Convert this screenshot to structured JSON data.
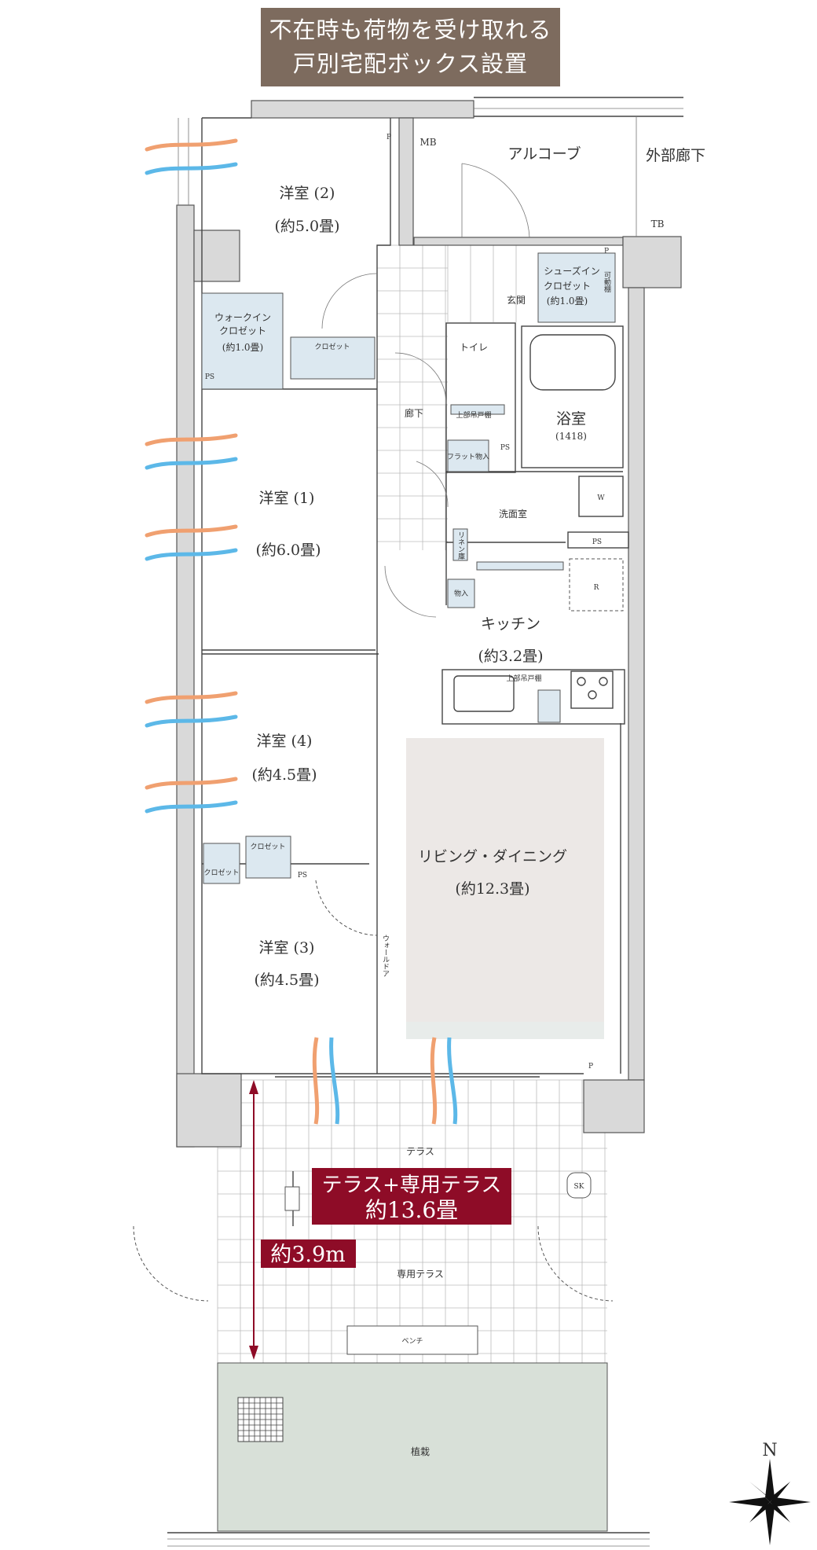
{
  "banner": {
    "line1": "不在時も荷物を受け取れる",
    "line2": "戸別宅配ボックス設置"
  },
  "rooms": {
    "western2": {
      "name": "洋室 (2)",
      "size": "(約5.0畳)"
    },
    "western1": {
      "name": "洋室 (1)",
      "size": "(約6.0畳)"
    },
    "western4": {
      "name": "洋室 (4)",
      "size": "(約4.5畳)"
    },
    "western3": {
      "name": "洋室 (3)",
      "size": "(約4.5畳)"
    },
    "kitchen": {
      "name": "キッチン",
      "size": "(約3.2畳)"
    },
    "living": {
      "name": "リビング・ダイニング",
      "size": "(約12.3畳)"
    },
    "bath": {
      "name": "浴室",
      "size": "(1418)"
    },
    "wic": {
      "line1": "ウォークイン",
      "line2": "クロゼット",
      "line3": "(約1.0畳)"
    },
    "shoes": {
      "line1": "シューズイン",
      "line2": "クロゼット",
      "line3": "(約1.0畳)",
      "shelf": "可動棚"
    }
  },
  "labels": {
    "alcove": "アルコーブ",
    "outer_corridor": "外部廊下",
    "mb": "MB",
    "tb": "TB",
    "p": "P",
    "ps": "PS",
    "entrance": "玄関",
    "toilet": "トイレ",
    "hallway": "廊下",
    "upper_cabinet": "上部吊戸棚",
    "flat_storage": "フラット物入",
    "washroom": "洗面室",
    "linen": "リネン庫",
    "storage": "物入",
    "w": "W",
    "r": "R",
    "closet": "クロゼット",
    "wall_door": "ウォールドア",
    "terrace": "テラス",
    "private_terrace": "専用テラス",
    "sk": "SK",
    "bench": "ベンチ",
    "planting": "植栽",
    "north": "N"
  },
  "terrace_badge": {
    "line1": "テラス+専用テラス",
    "line2": "約13.6畳"
  },
  "depth_badge": "約3.9m",
  "colors": {
    "banner": "#7d6b5e",
    "accent": "#8e0c27",
    "breeze_warm": "#f0a070",
    "breeze_cool": "#5cb8e8",
    "planting": "#d8e0d8",
    "living": "#ece8e6"
  }
}
